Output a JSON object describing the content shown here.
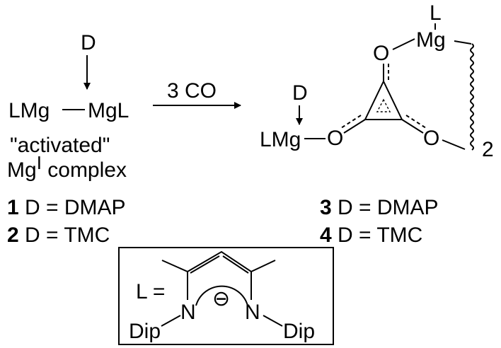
{
  "reactant": {
    "donor": "D",
    "left_mg": "LMg",
    "right_mg": "MgL",
    "caption_line1": "\"activated\"",
    "caption_mg": "Mg",
    "caption_sup": "I",
    "caption_complex": " complex",
    "entries": [
      {
        "num": "1",
        "text": " D = DMAP"
      },
      {
        "num": "2",
        "text": " D = TMC"
      }
    ]
  },
  "reaction": {
    "reagent": "3 CO"
  },
  "product": {
    "top_l": "L",
    "top_mg": "Mg",
    "top_o": "O",
    "donor": "D",
    "left_mg": "LMg",
    "left_o": "O",
    "right_o": "O",
    "multiplier": "2",
    "entries": [
      {
        "num": "3",
        "text": " D = DMAP"
      },
      {
        "num": "4",
        "text": " D = TMC"
      }
    ]
  },
  "ligand_box": {
    "label": "L =",
    "charge": "⊖",
    "n_left": "N",
    "n_right": "N",
    "dip_left": "Dip",
    "dip_right": "Dip"
  }
}
